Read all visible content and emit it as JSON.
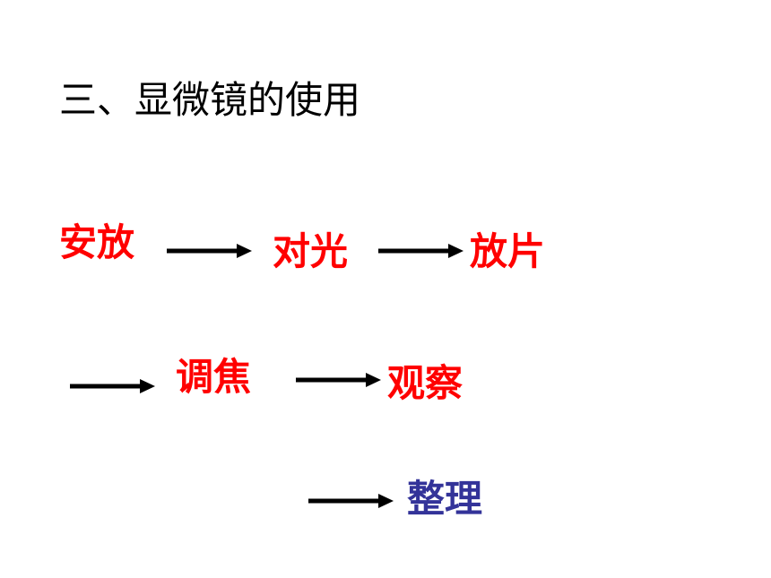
{
  "title": "三、显微镜的使用",
  "colors": {
    "step_red": "#ff0000",
    "step_blue": "#333399",
    "arrow": "#000000",
    "title": "#000000"
  },
  "steps": [
    {
      "label": "安放"
    },
    {
      "label": "对光"
    },
    {
      "label": "放片"
    },
    {
      "label": "调焦"
    },
    {
      "label": "观察"
    },
    {
      "label": "整理"
    }
  ]
}
